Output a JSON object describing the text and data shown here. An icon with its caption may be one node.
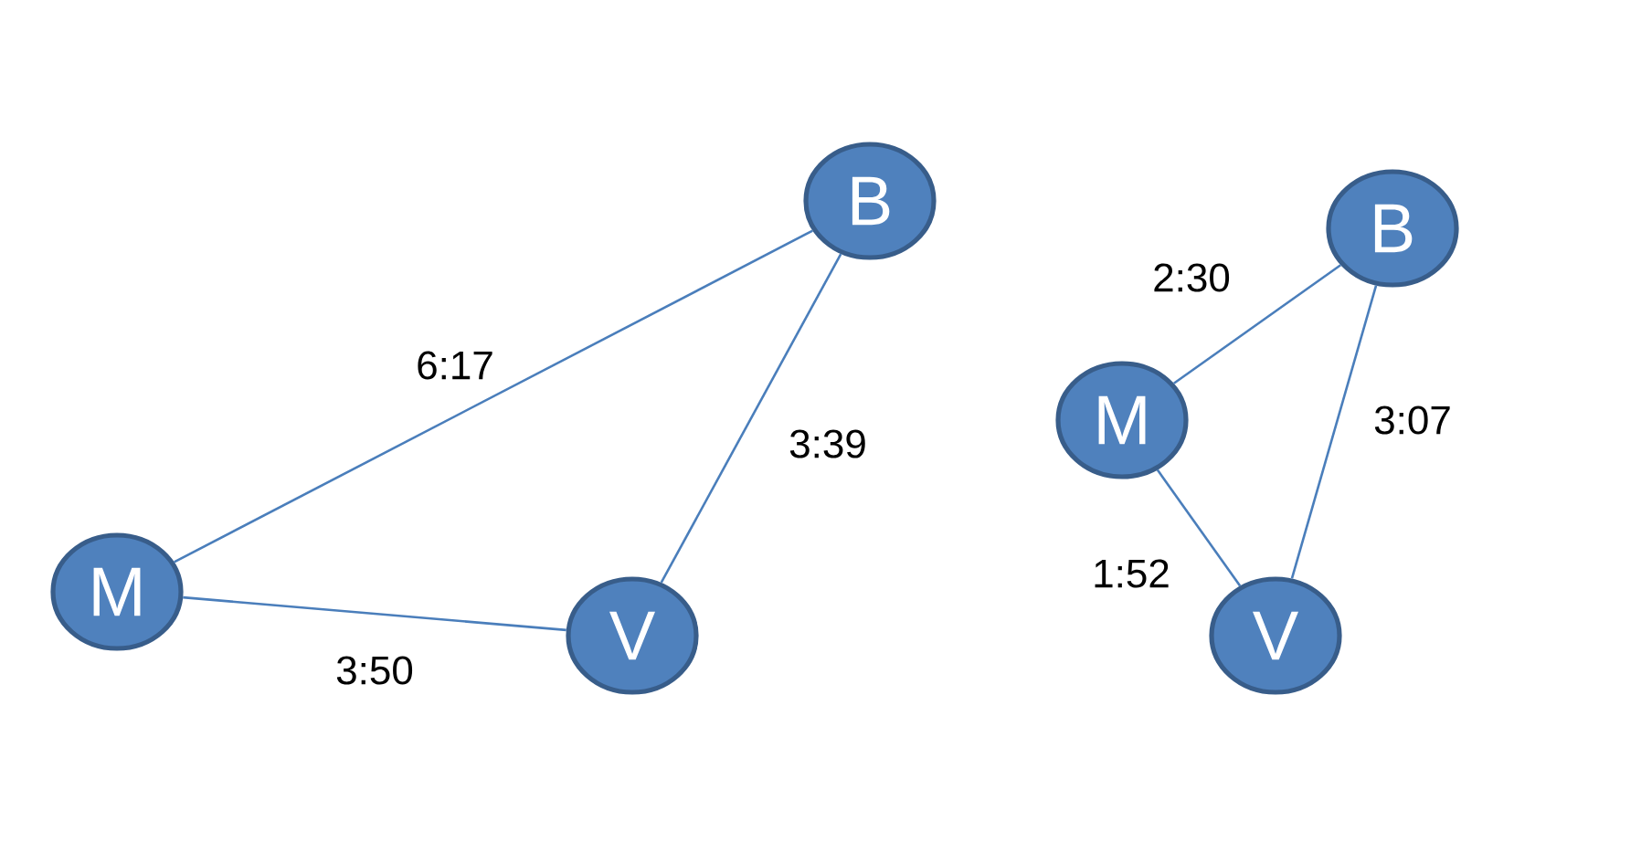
{
  "diagram": {
    "nodes": [
      {
        "text": [
          "B"
        ]
      },
      {
        "text": [
          "M"
        ]
      },
      {
        "text": [
          "V"
        ]
      },
      {
        "text": [
          "B"
        ]
      },
      {
        "text": [
          "M"
        ]
      },
      {
        "text": [
          "V"
        ]
      }
    ],
    "edges": [
      {
        "from": 1,
        "to": 0,
        "arrow": "none",
        "label": "6:17"
      },
      {
        "from": 0,
        "to": 2,
        "arrow": "none",
        "label": "3:39"
      },
      {
        "from": 1,
        "to": 2,
        "arrow": "none",
        "label": "3:50"
      },
      {
        "from": 4,
        "to": 3,
        "arrow": "none",
        "label": "2:30"
      },
      {
        "from": 3,
        "to": 5,
        "arrow": "none",
        "label": "3:07"
      },
      {
        "from": 4,
        "to": 5,
        "arrow": "none",
        "label": "1:52"
      }
    ]
  }
}
